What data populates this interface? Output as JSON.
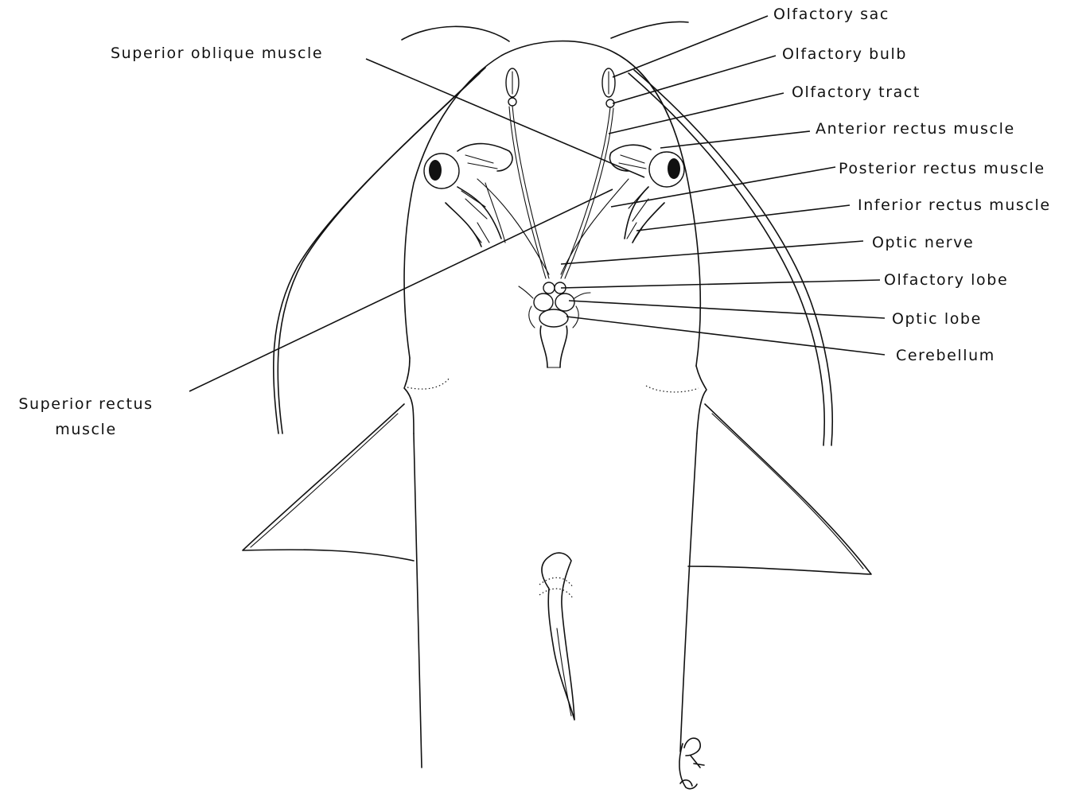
{
  "labels": {
    "olfactory_sac": "Olfactory sac",
    "olfactory_bulb": "Olfactory bulb",
    "olfactory_tract": "Olfactory tract",
    "anterior_rectus": "Anterior rectus muscle",
    "posterior_rectus": "Posterior rectus muscle",
    "inferior_rectus": "Inferior rectus muscle",
    "optic_nerve": "Optic nerve",
    "olfactory_lobe": "Olfactory lobe",
    "optic_lobe": "Optic lobe",
    "cerebellum": "Cerebellum",
    "superior_oblique": "Superior oblique muscle",
    "superior_rectus_line1": "Superior rectus",
    "superior_rectus_line2": "muscle"
  },
  "colors": {
    "ink": "#111111",
    "background": "#ffffff"
  },
  "signature": "PC monogram"
}
